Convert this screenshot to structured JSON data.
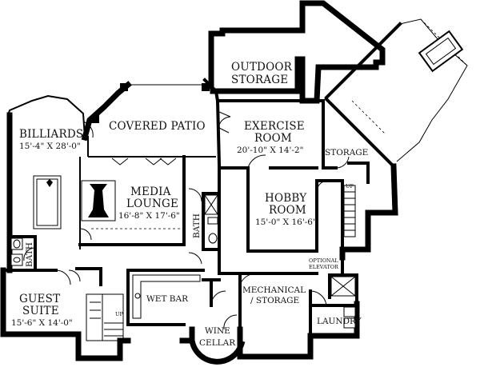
{
  "plan": {
    "rooms": {
      "outdoor_storage": {
        "line1": "OUTDOOR",
        "line2": "STORAGE"
      },
      "covered_patio": {
        "name": "COVERED PATIO"
      },
      "exercise_room": {
        "line1": "EXERCISE",
        "line2": "ROOM",
        "dims": "20'-10\" X 14'-2\""
      },
      "billiards": {
        "name": "BILLIARDS",
        "dims": "15'-4\" X 28'-0\""
      },
      "storage": {
        "name": "STORAGE"
      },
      "media_lounge": {
        "line1": "MEDIA",
        "line2": "LOUNGE",
        "dims": "16'-8\" X 17'-6\""
      },
      "hobby_room": {
        "line1": "HOBBY",
        "line2": "ROOM",
        "dims": "15'-0\" X 16'-6\""
      },
      "bath_center": {
        "name": "BATH"
      },
      "bath_left": {
        "name": "BATH"
      },
      "guest_suite": {
        "line1": "GUEST",
        "line2": "SUITE",
        "dims": "15'-6\" X 14'-0\""
      },
      "wet_bar": {
        "name": "WET BAR"
      },
      "mechanical": {
        "line1": "MECHANICAL",
        "line2": "/ STORAGE"
      },
      "laundry": {
        "name": "LAUNDRY"
      },
      "wine_cellar": {
        "line1": "WINE",
        "line2": "CELLAR"
      }
    },
    "annotations": {
      "optional_elevator_line1": "OPTIONAL",
      "optional_elevator_line2": "ELEVATOR",
      "up_right": "UP",
      "up_left": "UP"
    }
  }
}
